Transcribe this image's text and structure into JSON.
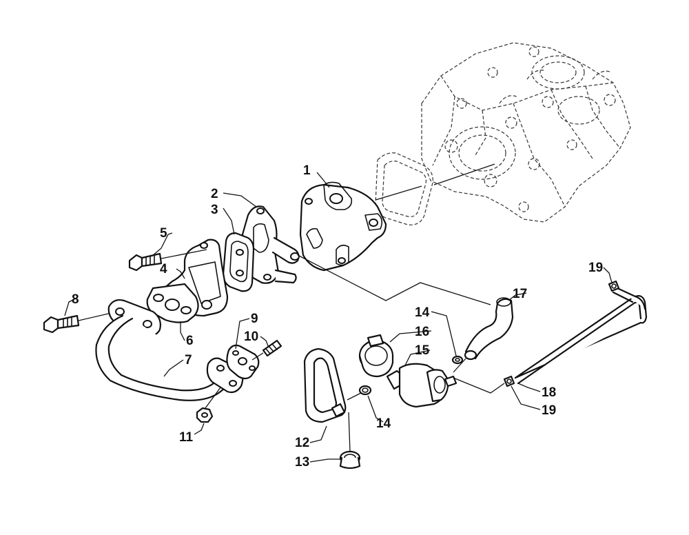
{
  "callouts": {
    "c1": "1",
    "c2": "2",
    "c3": "3",
    "c4": "4",
    "c5": "5",
    "c6": "6",
    "c7": "7",
    "c8": "8",
    "c9": "9",
    "c10": "10",
    "c11": "11",
    "c12": "12",
    "c13": "13",
    "c14a": "14",
    "c14b": "14",
    "c15": "15",
    "c16": "16",
    "c17": "17",
    "c18": "18",
    "c19a": "19",
    "c19b": "19"
  },
  "colors": {
    "line": "#111111",
    "background": "#ffffff"
  }
}
